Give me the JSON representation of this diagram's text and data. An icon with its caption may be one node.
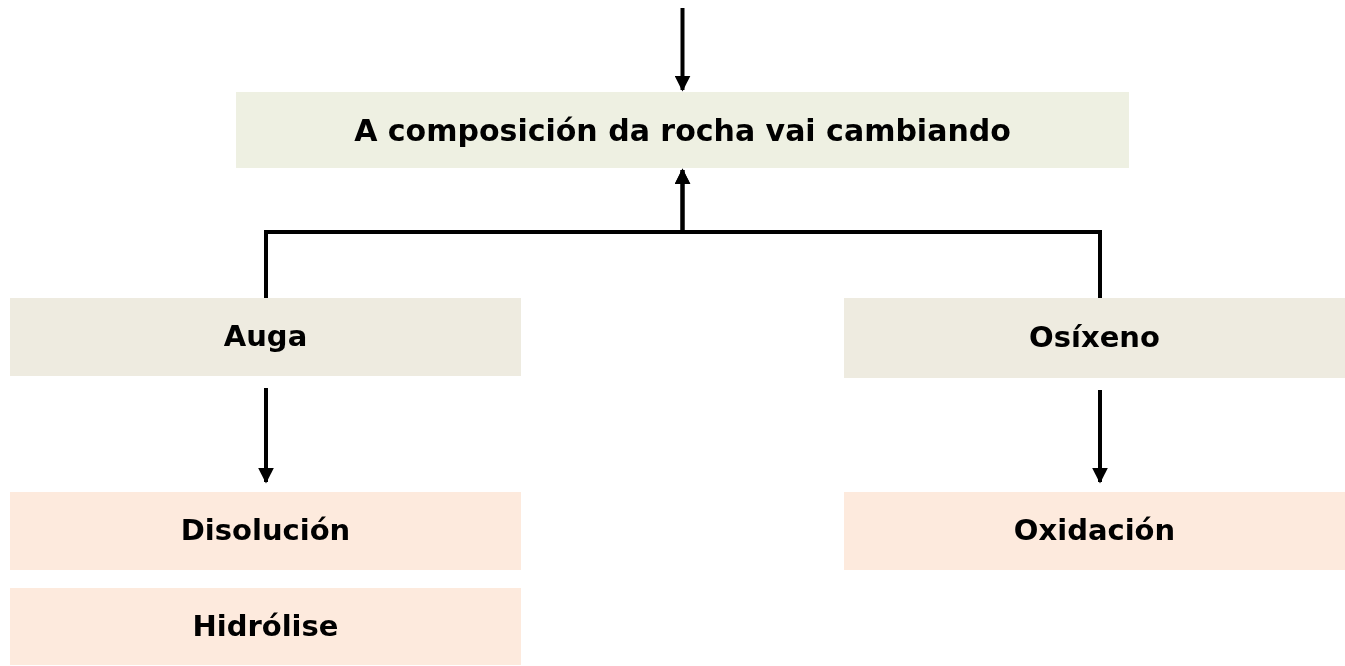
{
  "diagram": {
    "nodes": [
      {
        "text": [
          "A composición da rocha vai cambiando"
        ]
      },
      {
        "text": [
          "Auga"
        ]
      },
      {
        "text": [
          "Osíxeno"
        ]
      },
      {
        "text": [
          "Disolución"
        ]
      },
      {
        "text": [
          "Hidrólise"
        ]
      },
      {
        "text": [
          "Oxidación"
        ]
      }
    ],
    "edges": [
      {
        "from": null,
        "to": 0,
        "arrow": "to"
      },
      {
        "from": 1,
        "to": 0,
        "arrow": "to"
      },
      {
        "from": 2,
        "to": 0,
        "arrow": "to"
      },
      {
        "from": 1,
        "to": 3,
        "arrow": "to"
      },
      {
        "from": 2,
        "to": 5,
        "arrow": "to"
      }
    ]
  }
}
